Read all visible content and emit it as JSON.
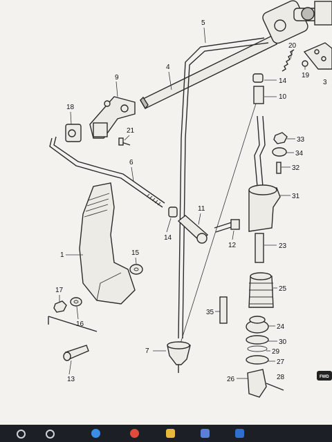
{
  "diagram": {
    "fwd_badge": "FWD",
    "callouts": [
      {
        "id": "n1",
        "text": "1"
      },
      {
        "id": "n3",
        "text": "3"
      },
      {
        "id": "n4",
        "text": "4"
      },
      {
        "id": "n5",
        "text": "5"
      },
      {
        "id": "n6",
        "text": "6"
      },
      {
        "id": "n7",
        "text": "7"
      },
      {
        "id": "n9",
        "text": "9"
      },
      {
        "id": "n10",
        "text": "10"
      },
      {
        "id": "n11",
        "text": "11"
      },
      {
        "id": "n12",
        "text": "12"
      },
      {
        "id": "n13",
        "text": "13"
      },
      {
        "id": "n14a",
        "text": "14"
      },
      {
        "id": "n14b",
        "text": "14"
      },
      {
        "id": "n15",
        "text": "15"
      },
      {
        "id": "n16",
        "text": "16"
      },
      {
        "id": "n17",
        "text": "17"
      },
      {
        "id": "n18",
        "text": "18"
      },
      {
        "id": "n19",
        "text": "19"
      },
      {
        "id": "n20",
        "text": "20"
      },
      {
        "id": "n21",
        "text": "21"
      },
      {
        "id": "n23",
        "text": "23"
      },
      {
        "id": "n24",
        "text": "24"
      },
      {
        "id": "n25",
        "text": "25"
      },
      {
        "id": "n26",
        "text": "26"
      },
      {
        "id": "n27",
        "text": "27"
      },
      {
        "id": "n28",
        "text": "28"
      },
      {
        "id": "n29",
        "text": "29"
      },
      {
        "id": "n30",
        "text": "30"
      },
      {
        "id": "n31",
        "text": "31"
      },
      {
        "id": "n32",
        "text": "32"
      },
      {
        "id": "n33",
        "text": "33"
      },
      {
        "id": "n34",
        "text": "34"
      },
      {
        "id": "n35",
        "text": "35"
      }
    ]
  },
  "taskbar": {
    "icons": [
      "search-icon",
      "task-view-icon",
      "edge-icon",
      "chrome-icon",
      "explorer-icon",
      "store-icon",
      "mail-icon"
    ]
  },
  "colors": {
    "paper": "#f3f2ee",
    "ink": "#2a2a2a",
    "taskbar": "#1c1f26"
  }
}
